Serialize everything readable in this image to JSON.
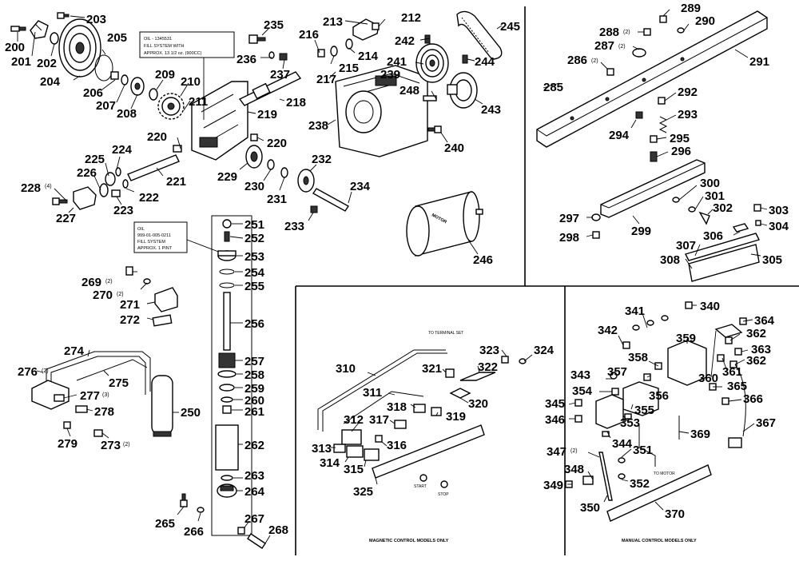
{
  "callouts": {
    "c200": "200",
    "c201": "201",
    "c202": "202",
    "c203": "203",
    "c204": "204",
    "c205": "205",
    "c206": "206",
    "c207": "207",
    "c208": "208",
    "c209": "209",
    "c210": "210",
    "c211": "211",
    "c212": "212",
    "c213": "213",
    "c214": "214",
    "c215": "215",
    "c216": "216",
    "c217": "217",
    "c218": "218",
    "c219": "219",
    "c220a": "220",
    "c220b": "220",
    "c221": "221",
    "c222": "222",
    "c223": "223",
    "c224": "224",
    "c225": "225",
    "c226": "226",
    "c227": "227",
    "c228": "228",
    "c229": "229",
    "c230": "230",
    "c231": "231",
    "c232": "232",
    "c233": "233",
    "c234": "234",
    "c235": "235",
    "c236": "236",
    "c237": "237",
    "c238": "238",
    "c239": "239",
    "c240": "240",
    "c241": "241",
    "c242": "242",
    "c243": "243",
    "c244": "244",
    "c245": "245",
    "c246": "246",
    "c248": "248",
    "c250": "250",
    "c251": "251",
    "c252": "252",
    "c253": "253",
    "c254": "254",
    "c255": "255",
    "c256": "256",
    "c257": "257",
    "c258": "258",
    "c259": "259",
    "c260": "260",
    "c261": "261",
    "c262": "262",
    "c263": "263",
    "c264": "264",
    "c265": "265",
    "c266": "266",
    "c267": "267",
    "c268": "268",
    "c269": "269",
    "c270": "270",
    "c271": "271",
    "c272": "272",
    "c273": "273",
    "c274": "274",
    "c275": "275",
    "c276": "276",
    "c277": "277",
    "c278": "278",
    "c279": "279",
    "c285": "285",
    "c286": "286",
    "c287": "287",
    "c288": "288",
    "c289": "289",
    "c290": "290",
    "c291": "291",
    "c292": "292",
    "c293": "293",
    "c294": "294",
    "c295": "295",
    "c296": "296",
    "c297": "297",
    "c298": "298",
    "c299": "299",
    "c300": "300",
    "c301": "301",
    "c302": "302",
    "c303": "303",
    "c304": "304",
    "c305": "305",
    "c306": "306",
    "c307": "307",
    "c308": "308",
    "c310": "310",
    "c311": "311",
    "c312": "312",
    "c313": "313",
    "c314": "314",
    "c315": "315",
    "c316": "316",
    "c317": "317",
    "c318": "318",
    "c319": "319",
    "c320": "320",
    "c321": "321",
    "c322": "322",
    "c323": "323",
    "c324": "324",
    "c325": "325",
    "c340": "340",
    "c341": "341",
    "c342": "342",
    "c343": "343",
    "c344": "344",
    "c345": "345",
    "c346": "346",
    "c347": "347",
    "c348": "348",
    "c349": "349",
    "c350": "350",
    "c351": "351",
    "c352": "352",
    "c353": "353",
    "c354": "354",
    "c355": "355",
    "c356": "356",
    "c357": "357",
    "c358": "358",
    "c359": "359",
    "c360": "360",
    "c361": "361",
    "c362a": "362",
    "c362b": "362",
    "c363": "363",
    "c364": "364",
    "c365": "365",
    "c366": "366",
    "c367": "367",
    "c369": "369",
    "c370": "370"
  },
  "quantities": {
    "q228": "(4)",
    "q269": "(2)",
    "q270": "(2)",
    "q276": "(2)",
    "q277": "(3)",
    "q273": "(2)",
    "q288": "(2)",
    "q287": "(2)",
    "q286": "(2)",
    "q347": "(2)"
  },
  "notes": {
    "oil_upper_line1": "OIL - 1345531",
    "oil_upper_line2": "FILL SYSTEM WITH",
    "oil_upper_line3": "APPROX. 13 1/2 oz. (900CC)",
    "oil_lower_line1": "OIL",
    "oil_lower_line2": "999-01-005-0211",
    "oil_lower_line3": "FILL SYSTEM",
    "oil_lower_line4": "APPROX. 1 PINT",
    "motor_label": "MOTOR",
    "to_terminal_set": "TO TERMINAL SET",
    "to_motor": "TO MOTOR",
    "start_label": "START",
    "stop_label": "STOP",
    "magnetic_caption": "MAGNETIC CONTROL MODELS ONLY",
    "manual_caption": "MANUAL CONTROL MODELS ONLY"
  }
}
